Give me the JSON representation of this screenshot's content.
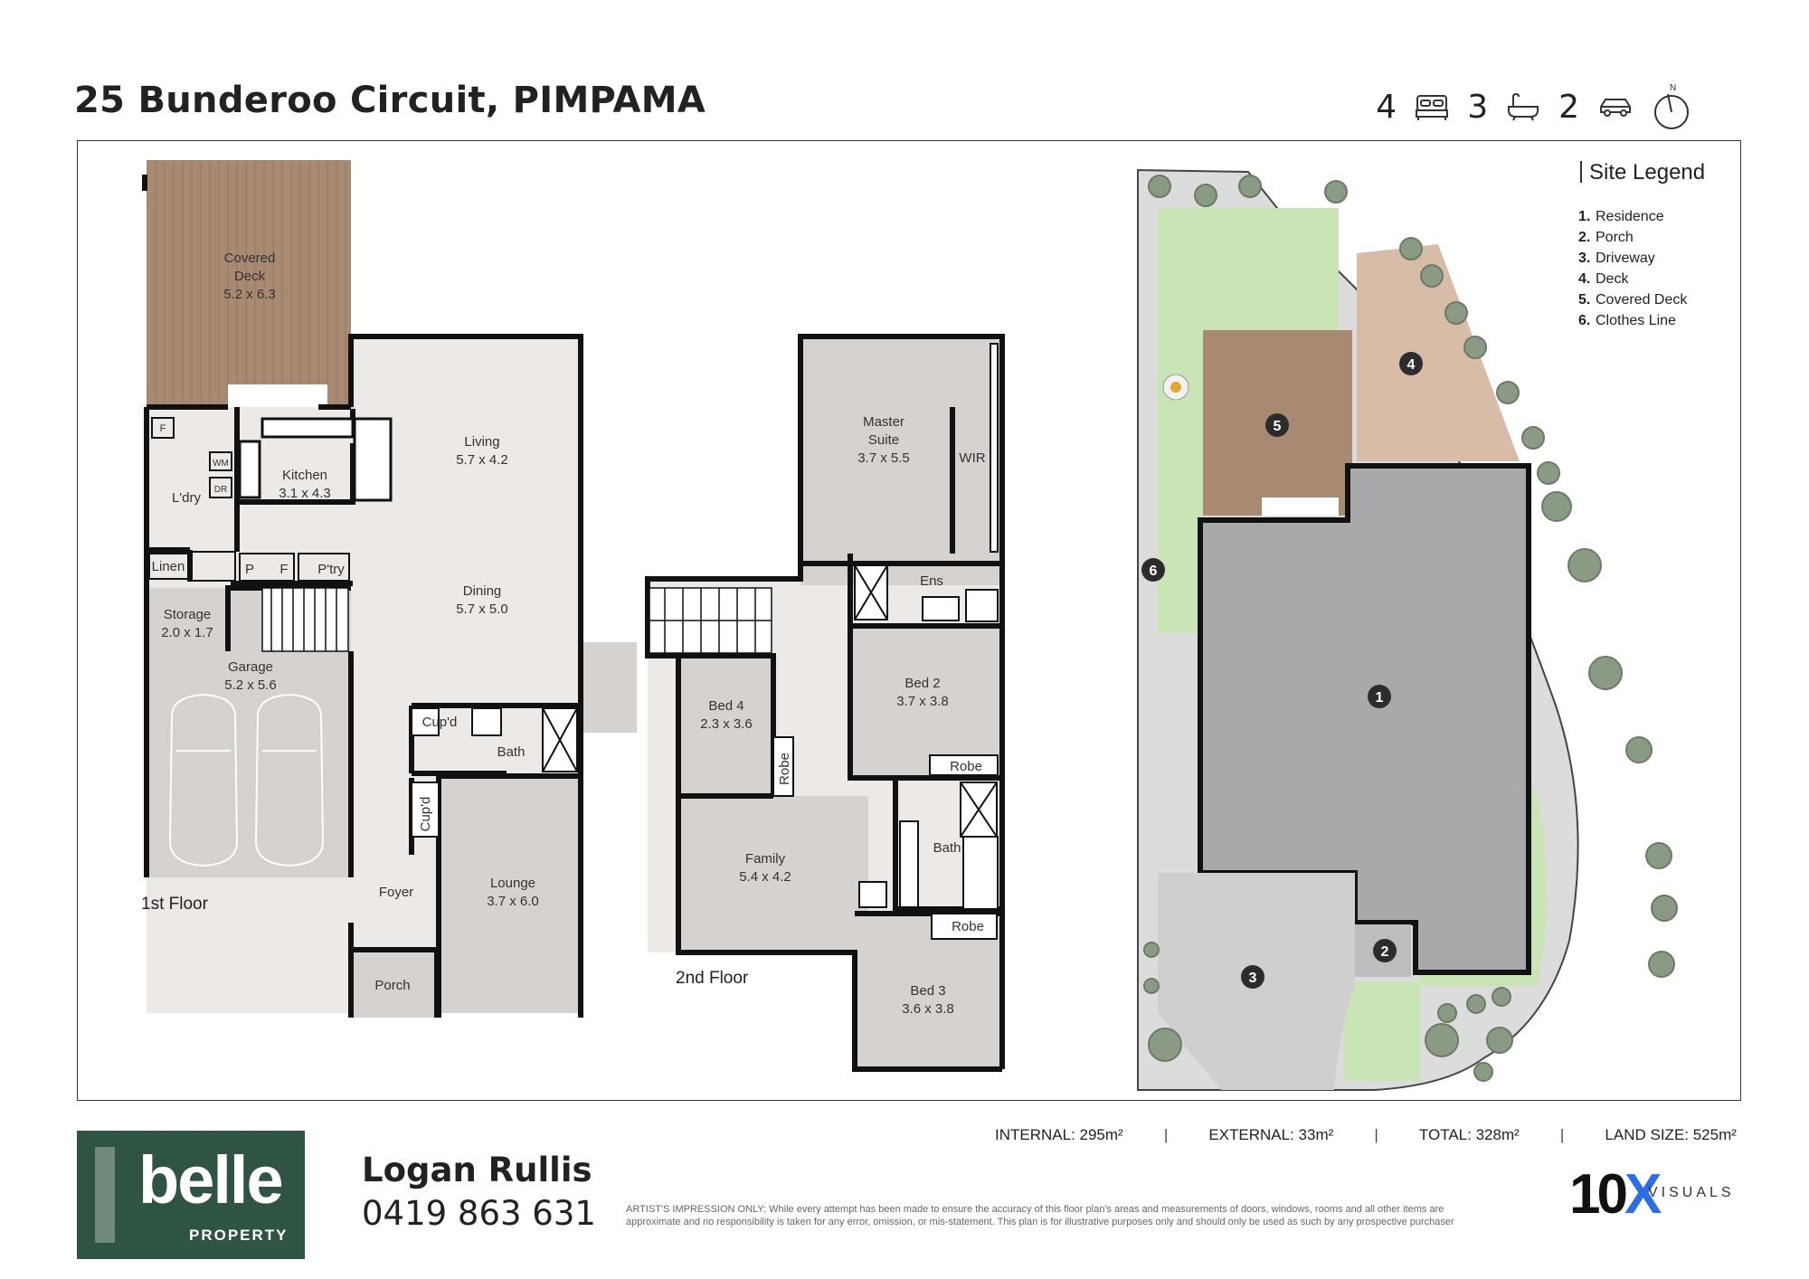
{
  "header": {
    "address": "25 Bunderoo Circuit, PIMPAMA",
    "bedrooms": "4",
    "bathrooms": "3",
    "car_spaces": "2",
    "compass_label": "N"
  },
  "floor1": {
    "label": "1st Floor",
    "rooms": {
      "covered_deck": [
        "Covered",
        "Deck",
        "5.2 x 6.3"
      ],
      "living": [
        "Living",
        "5.7 x 4.2"
      ],
      "kitchen": [
        "Kitchen",
        "3.1 x 4.3"
      ],
      "laundry": "L'dry",
      "wm": "WM",
      "dr": "DR",
      "f_cup": "F",
      "linen": "Linen",
      "p": "P",
      "f": "F",
      "pantry": "P'try",
      "dining": [
        "Dining",
        "5.7 x 5.0"
      ],
      "storage": [
        "Storage",
        "2.0 x 1.7"
      ],
      "garage": [
        "Garage",
        "5.2 x 5.6"
      ],
      "cupd1": "Cup'd",
      "bath": "Bath",
      "cupd2": "Cup'd",
      "foyer": "Foyer",
      "lounge": [
        "Lounge",
        "3.7 x 6.0"
      ],
      "porch": "Porch"
    }
  },
  "floor2": {
    "label": "2nd Floor",
    "rooms": {
      "master": [
        "Master",
        "Suite",
        "3.7 x 5.5"
      ],
      "wir": "WIR",
      "ens": "Ens",
      "bed2": [
        "Bed 2",
        "3.7 x 3.8"
      ],
      "bed4": [
        "Bed 4",
        "2.3 x 3.6"
      ],
      "robe1": "Robe",
      "robe2": "Robe",
      "robe3": "Robe",
      "family": [
        "Family",
        "5.4 x 4.2"
      ],
      "bath": "Bath",
      "bed3": [
        "Bed 3",
        "3.6 x 3.8"
      ]
    }
  },
  "site": {
    "legend_title": "Site Legend",
    "legend": [
      {
        "num": "1.",
        "label": "Residence"
      },
      {
        "num": "2.",
        "label": "Porch"
      },
      {
        "num": "3.",
        "label": "Driveway"
      },
      {
        "num": "4.",
        "label": "Deck"
      },
      {
        "num": "5.",
        "label": "Covered Deck"
      },
      {
        "num": "6.",
        "label": "Clothes Line"
      }
    ],
    "markers": [
      "1",
      "2",
      "3",
      "4",
      "5",
      "6"
    ]
  },
  "footer": {
    "logo_word": "belle",
    "logo_sub": "PROPERTY",
    "agent_name": "Logan Rullis",
    "agent_phone": "0419 863 631",
    "internal": "INTERNAL: 295m²",
    "external": "EXTERNAL: 33m²",
    "total": "TOTAL: 328m²",
    "land": "LAND SIZE: 525m²",
    "disclaimer": "ARTIST'S IMPRESSION ONLY: While every attempt has been made to ensure the accuracy of this floor plan's areas and measurements of doors, windows, rooms and all other items are approximate and no responsibility is taken for any error, omission, or mis-statement. This plan is for illustrative purposes only and should only be used as such by any prospective purchaser",
    "brand_10": "10",
    "brand_x": "X",
    "brand_visuals": "VISUALS"
  },
  "colors": {
    "deck": "#a88a72",
    "floor": "#ece9e7",
    "room": "#d6d2cf",
    "wall": "#111111",
    "grass": "#c9e4b5",
    "roof": "#a9a9ab",
    "logo_green": "#2f5441"
  }
}
